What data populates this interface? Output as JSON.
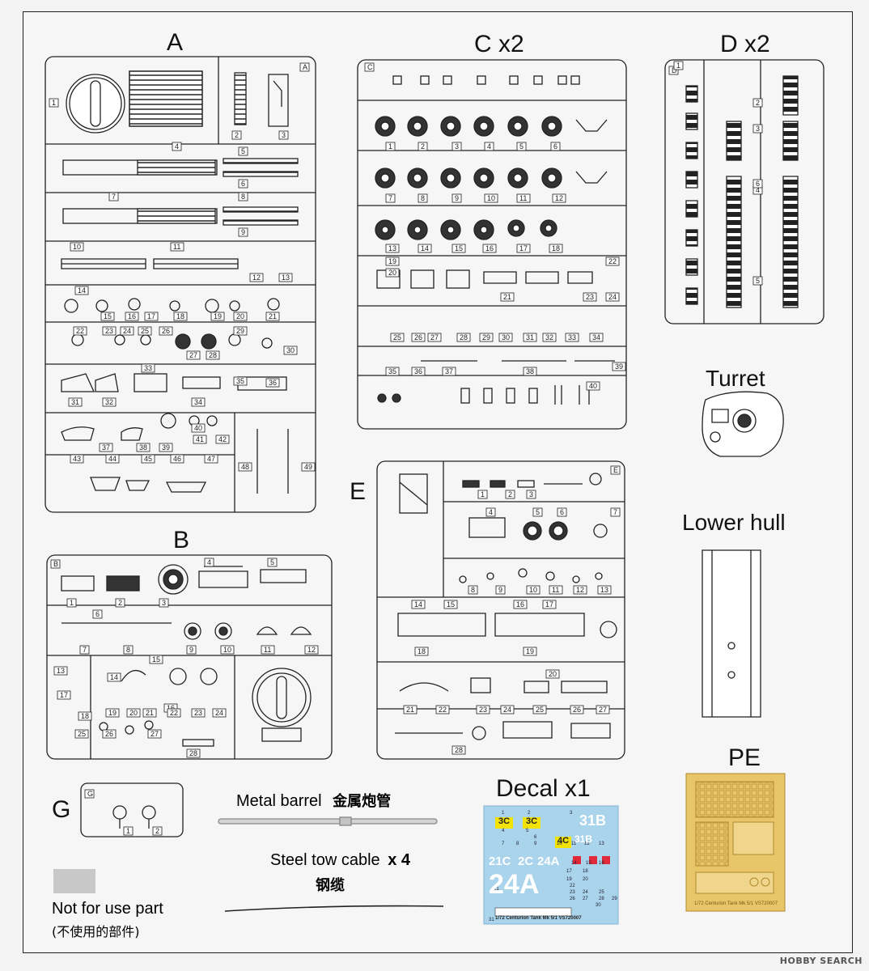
{
  "sprues": {
    "A": {
      "label": "A",
      "corner": "A",
      "numbers": [
        "1",
        "2",
        "3",
        "4",
        "5",
        "6",
        "7",
        "8",
        "9",
        "10",
        "11",
        "12",
        "13",
        "14",
        "15",
        "16",
        "17",
        "18",
        "19",
        "20",
        "21",
        "22",
        "23",
        "24",
        "25",
        "26",
        "27",
        "28",
        "29",
        "30",
        "31",
        "32",
        "33",
        "34",
        "35",
        "36",
        "37",
        "38",
        "39",
        "40",
        "41",
        "42",
        "43",
        "44",
        "45",
        "46",
        "47",
        "48",
        "49"
      ]
    },
    "B": {
      "label": "B",
      "corner": "B",
      "numbers": [
        "1",
        "2",
        "3",
        "4",
        "5",
        "6",
        "7",
        "8",
        "9",
        "10",
        "11",
        "12",
        "13",
        "14",
        "15",
        "16",
        "17",
        "18",
        "19",
        "20",
        "21",
        "22",
        "23",
        "24",
        "25",
        "26",
        "27",
        "28"
      ]
    },
    "C": {
      "label": "C x2",
      "corner": "C",
      "numbers": [
        "1",
        "2",
        "3",
        "4",
        "5",
        "6",
        "7",
        "8",
        "9",
        "10",
        "11",
        "12",
        "13",
        "14",
        "15",
        "16",
        "17",
        "18",
        "19",
        "20",
        "21",
        "22",
        "23",
        "24",
        "25",
        "26",
        "27",
        "28",
        "29",
        "30",
        "31",
        "32",
        "33",
        "34",
        "35",
        "36",
        "37",
        "38",
        "39",
        "40"
      ]
    },
    "D": {
      "label": "D x2",
      "corner": "D",
      "numbers": [
        "1",
        "2",
        "3",
        "4",
        "5",
        "6"
      ]
    },
    "E": {
      "label": "E",
      "corner": "E",
      "numbers": [
        "1",
        "2",
        "3",
        "4",
        "5",
        "6",
        "7",
        "8",
        "9",
        "10",
        "11",
        "12",
        "13",
        "14",
        "15",
        "16",
        "17",
        "18",
        "19",
        "20",
        "21",
        "22",
        "23",
        "24",
        "25",
        "26",
        "27",
        "28"
      ]
    },
    "G": {
      "label": "G",
      "corner": "G",
      "numbers": [
        "1",
        "2"
      ]
    }
  },
  "parts": {
    "turret": "Turret",
    "lower_hull": "Lower hull",
    "pe": "PE",
    "pe_caption": "1/72 Centurion Tank Mk 5/1   VS720007"
  },
  "metal_barrel": {
    "label": "Metal barrel",
    "label_cn": "金属炮管"
  },
  "tow_cable": {
    "label": "Steel tow cable",
    "count": "x 4",
    "label_cn": "钢缆"
  },
  "not_for_use": {
    "label": "Not for use part",
    "label_cn": "(不使用的部件)"
  },
  "decal": {
    "title": "Decal x1",
    "caption": "1/72 Centurion Tank Mk 5/1   VS720007",
    "markings": [
      "3C",
      "3C",
      "31B",
      "31B",
      "4C",
      "21C",
      "2C",
      "24A",
      "24A"
    ],
    "numbers": [
      "1",
      "2",
      "3",
      "4",
      "5",
      "6",
      "7",
      "8",
      "9",
      "10",
      "11",
      "12",
      "13",
      "14",
      "15",
      "16",
      "17",
      "18",
      "19",
      "20",
      "21",
      "22",
      "23",
      "24",
      "25",
      "26",
      "27",
      "28",
      "29",
      "30",
      "31"
    ],
    "colors": {
      "background": "#a9d4ec",
      "marking_yellow": "#f2e300",
      "marking_white": "#ffffff"
    }
  },
  "watermark": "HOBBY SEARCH",
  "colors": {
    "line": "#222222",
    "pe_gold": "#e8c569",
    "not_for_use_gray": "#c8c8c8"
  }
}
